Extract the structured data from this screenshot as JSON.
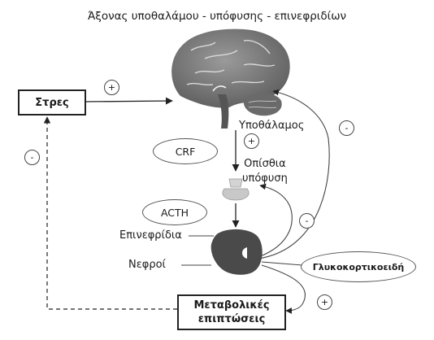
{
  "title": "Άξονας υποθαλάμου - υπόφυσης - επινεφριδίων",
  "nodes": {
    "stress": "Στρες",
    "hypothalamus": "Υποθάλαμος",
    "pituitary_line1": "Οπίσθια",
    "pituitary_line2": "υπόφυση",
    "adrenals": "Επινεφρίδια",
    "kidneys": "Νεφροί",
    "metabolic_line1": "Μεταβολικές",
    "metabolic_line2": "επιπτώσεις"
  },
  "hormones": {
    "crf": "CRF",
    "acth": "ACTH",
    "glucocorticoids": "Γλυκοκορτικοειδή"
  },
  "signs": {
    "stress_to_brain": "+",
    "hypothalamus_to_pituitary": "+",
    "feedback_brain": "-",
    "feedback_pituitary": "-",
    "feedback_stress": "-",
    "to_metabolic": "+"
  },
  "colors": {
    "stroke": "#222222",
    "brain": "#8c8c8c",
    "kidney": "#4a4a4a",
    "pituitary": "#c8c8c8"
  }
}
